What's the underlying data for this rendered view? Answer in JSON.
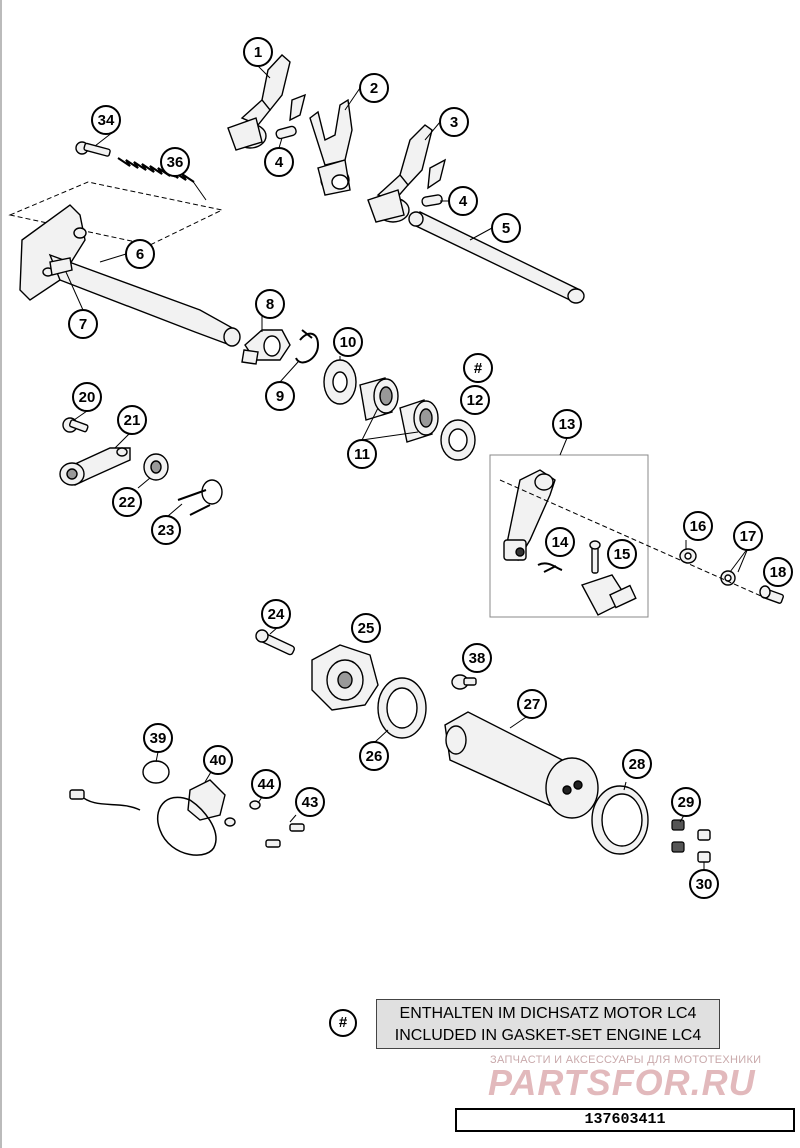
{
  "callouts": [
    {
      "label": "1"
    },
    {
      "label": "2"
    },
    {
      "label": "3"
    },
    {
      "label": "4"
    },
    {
      "label": "4"
    },
    {
      "label": "5"
    },
    {
      "label": "6"
    },
    {
      "label": "7"
    },
    {
      "label": "8"
    },
    {
      "label": "9"
    },
    {
      "label": "10"
    },
    {
      "label": "#"
    },
    {
      "label": "12"
    },
    {
      "label": "11"
    },
    {
      "label": "13"
    },
    {
      "label": "14"
    },
    {
      "label": "15"
    },
    {
      "label": "16"
    },
    {
      "label": "17"
    },
    {
      "label": "18"
    },
    {
      "label": "20"
    },
    {
      "label": "21"
    },
    {
      "label": "22"
    },
    {
      "label": "23"
    },
    {
      "label": "24"
    },
    {
      "label": "25"
    },
    {
      "label": "38"
    },
    {
      "label": "27"
    },
    {
      "label": "26"
    },
    {
      "label": "28"
    },
    {
      "label": "29"
    },
    {
      "label": "30"
    },
    {
      "label": "39"
    },
    {
      "label": "40"
    },
    {
      "label": "44"
    },
    {
      "label": "43"
    },
    {
      "label": "34"
    },
    {
      "label": "36"
    }
  ],
  "legend": {
    "marker": "#",
    "line_de": "ENTHALTEN IM DICHSATZ MOTOR LC4",
    "line_en": "INCLUDED IN GASKET-SET ENGINE LC4"
  },
  "watermark": {
    "caption": "ЗАПЧАСТИ И АКСЕССУАРЫ ДЛЯ МОТОТЕХНИКИ",
    "logo": "PARTSFOR.RU"
  },
  "drawing_number": "137603411"
}
